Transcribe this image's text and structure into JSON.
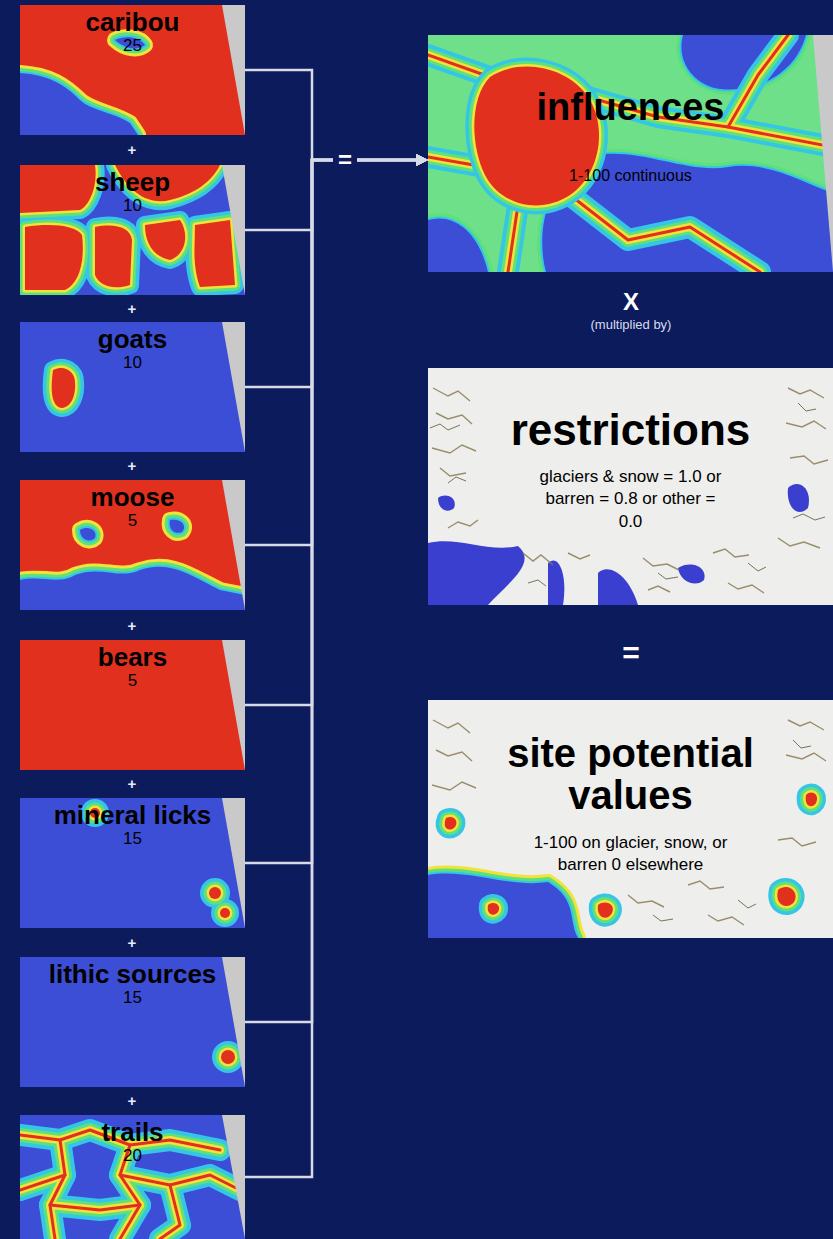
{
  "diagram": {
    "nodes": [
      {
        "text": [
          "caribou",
          "25"
        ]
      },
      {
        "text": [
          "sheep",
          "10"
        ]
      },
      {
        "text": [
          "goats",
          "10"
        ]
      },
      {
        "text": [
          "moose",
          "5"
        ]
      },
      {
        "text": [
          "bears",
          "5"
        ]
      },
      {
        "text": [
          "mineral licks",
          "15"
        ]
      },
      {
        "text": [
          "lithic sources",
          "15"
        ]
      },
      {
        "text": [
          "trails",
          "20"
        ]
      },
      {
        "text": [
          "influences",
          "1-100 continuous"
        ]
      },
      {
        "text": [
          "restrictions",
          "glaciers & snow = 1.0 or barren = 0.8 or other = 0.0"
        ]
      },
      {
        "text": [
          "site potential values",
          "1-100 on glacier, snow, or barren 0 elsewhere"
        ]
      }
    ],
    "edges": [
      {
        "from": 0,
        "to": 8,
        "arrow": "to"
      },
      {
        "from": 1,
        "to": 8,
        "arrow": "to"
      },
      {
        "from": 2,
        "to": 8,
        "arrow": "to"
      },
      {
        "from": 3,
        "to": 8,
        "arrow": "to"
      },
      {
        "from": 4,
        "to": 8,
        "arrow": "to"
      },
      {
        "from": 5,
        "to": 8,
        "arrow": "to"
      },
      {
        "from": 6,
        "to": 8,
        "arrow": "to"
      },
      {
        "from": 7,
        "to": 8,
        "arrow": "to"
      }
    ],
    "labels": [
      "+",
      "+",
      "+",
      "+",
      "+",
      "+",
      "+",
      "=",
      "X",
      "(multiplied by)",
      "="
    ]
  }
}
